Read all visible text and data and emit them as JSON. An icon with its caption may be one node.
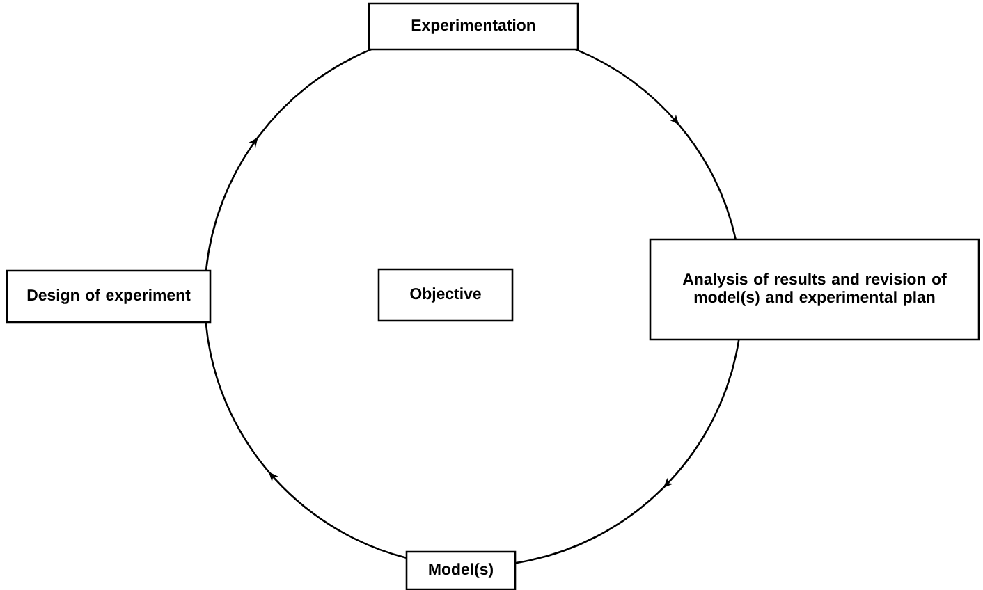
{
  "diagram": {
    "nodes": [
      {
        "text": [
          "Experimentation"
        ]
      },
      {
        "text": [
          "Design of experiment"
        ]
      },
      {
        "text": [
          "Objective"
        ]
      },
      {
        "text": [
          "Analysis of results and revision of model(s) and experimental plan"
        ]
      },
      {
        "text": [
          "Model(s)"
        ]
      }
    ],
    "edges": [
      {
        "from": 0,
        "to": 3,
        "arrow": "to"
      },
      {
        "from": 3,
        "to": 4,
        "arrow": "to"
      },
      {
        "from": 4,
        "to": 1,
        "arrow": "to"
      },
      {
        "from": 1,
        "to": 0,
        "arrow": "to"
      }
    ]
  }
}
